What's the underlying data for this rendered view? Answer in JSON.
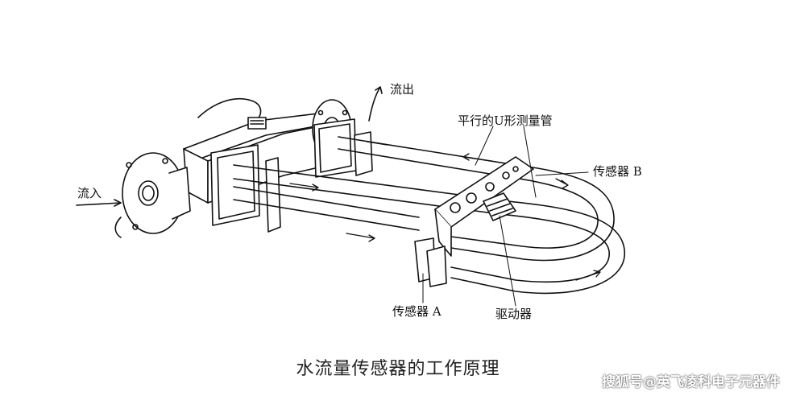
{
  "labels": {
    "outflow": "流出",
    "inflow": "流入",
    "parallel_u_tube": "平行的U形测量管",
    "sensor_b": "传感器 B",
    "sensor_a": "传感器 A",
    "driver": "驱动器"
  },
  "caption": "水流量传感器的工作原理",
  "watermark": "搜狐号@英飞凌科电子元器件"
}
